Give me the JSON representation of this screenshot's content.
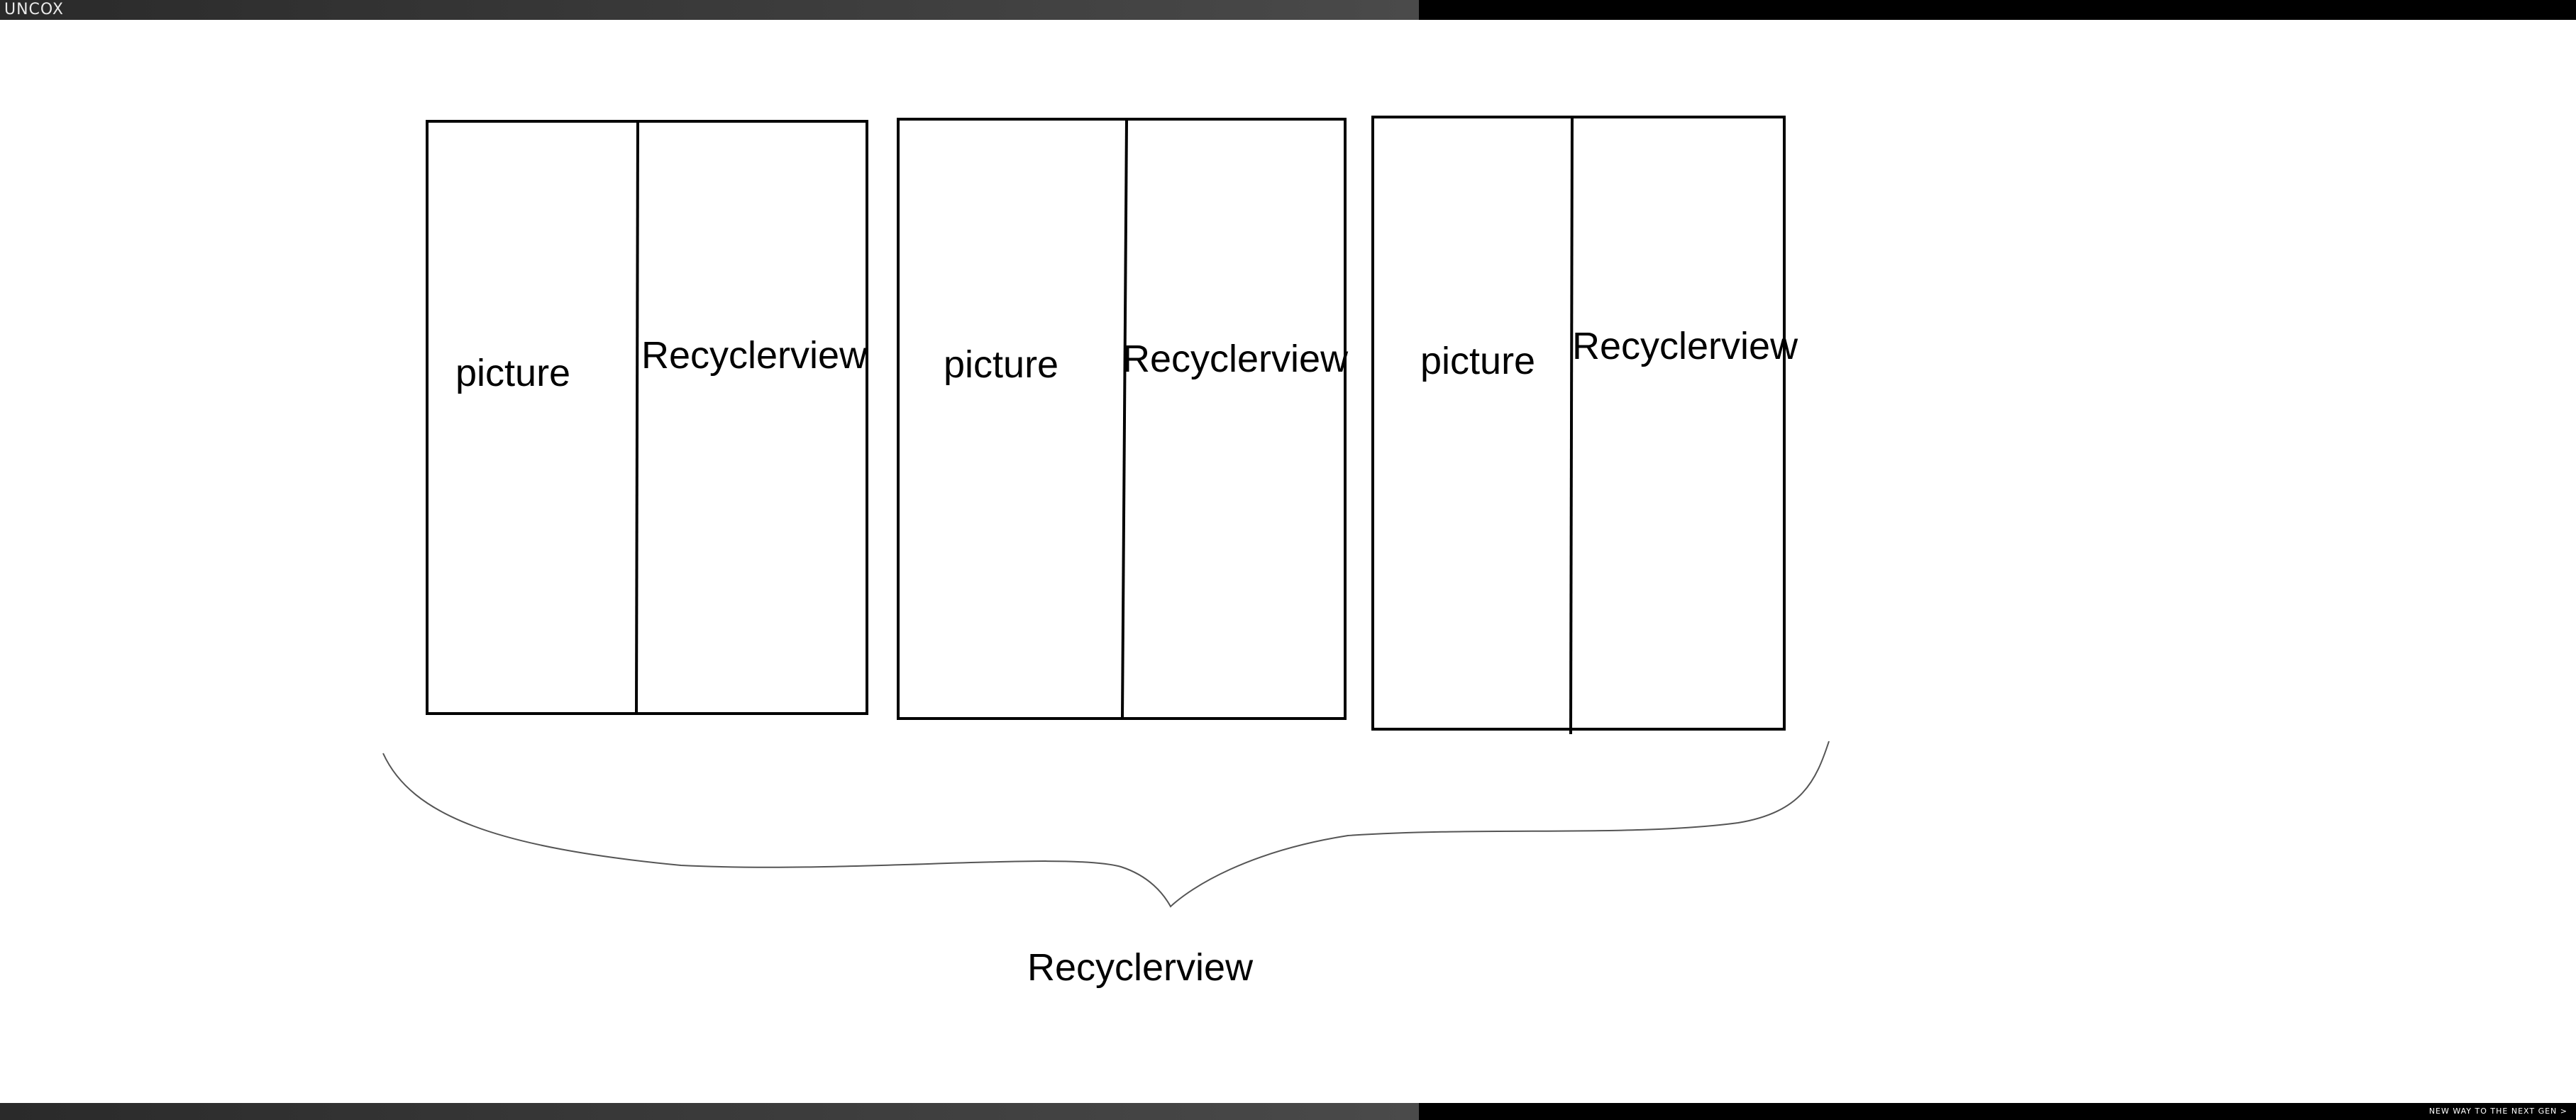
{
  "window": {
    "brand": "UNCOX",
    "tagline": "NEW WAY TO THE NEXT GEN >"
  },
  "diagram": {
    "items": [
      {
        "left_label": "picture",
        "right_label": "Recyclerview"
      },
      {
        "left_label": "picture",
        "right_label": "Recyclerview"
      },
      {
        "left_label": "picture",
        "right_label": "Recyclerview"
      }
    ],
    "group_label": "Recyclerview"
  }
}
